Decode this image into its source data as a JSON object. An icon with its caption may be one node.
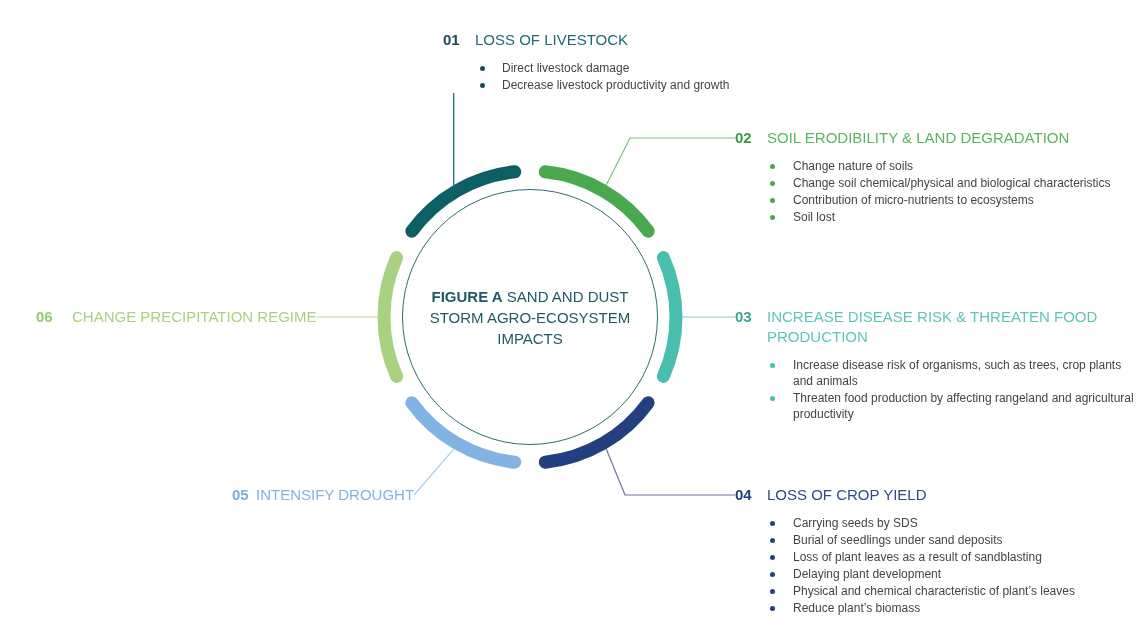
{
  "diagram": {
    "nodes": [
      {
        "text": [
          "**FIGURE A** SAND AND DUST STORM AGRO-ECOSYSTEM IMPACTS"
        ]
      },
      {
        "text": [],
        "shape": "arc"
      },
      {
        "text": [],
        "shape": "arc"
      },
      {
        "text": [],
        "shape": "arc"
      },
      {
        "text": [],
        "shape": "arc"
      },
      {
        "text": [],
        "shape": "arc"
      },
      {
        "text": [],
        "shape": "arc"
      },
      {
        "text": [
          "01",
          "LOSS OF LIVESTOCK",
          "Direct livestock damage",
          "Decrease livestock productivity and growth"
        ]
      },
      {
        "text": [
          "02",
          "SOIL ERODIBILITY & LAND DEGRADATION",
          "Change nature of soils",
          "Change soil chemical/physical and biological characteristics",
          "Contribution of micro-nutrients to ecosystems",
          "Soil lost"
        ]
      },
      {
        "text": [
          "03",
          "INCREASE DISEASE RISK & THREATEN FOOD PRODUCTION",
          "Increase disease risk of organisms, such as trees, crop plants and animals",
          "Threaten food production by affecting rangeland and agricultural productivity"
        ]
      },
      {
        "text": [
          "04",
          "LOSS OF CROP YIELD",
          "Carrying seeds by SDS",
          "Burial of seedlings under sand deposits",
          "Loss of plant leaves as a result of sandblasting",
          "Delaying plant development",
          "Physical and chemical characteristic of plant’s leaves",
          "Reduce plant’s biomass"
        ]
      },
      {
        "text": [
          "05",
          "INTENSIFY DROUGHT"
        ]
      },
      {
        "text": [
          "06",
          "CHANGE PRECIPITATION REGIME"
        ]
      }
    ],
    "edges": [
      {
        "from": 7,
        "to": 1,
        "arrow": "none",
        "color": "#0d5f66"
      },
      {
        "from": 8,
        "to": 2,
        "arrow": "none",
        "color": "#7cc07f"
      },
      {
        "from": 9,
        "to": 3,
        "arrow": "none",
        "color": "#7fd0c3"
      },
      {
        "from": 10,
        "to": 4,
        "arrow": "none",
        "color": "#6a76a0"
      },
      {
        "from": 11,
        "to": 5,
        "arrow": "none",
        "color": "#a9cdef"
      },
      {
        "from": 12,
        "to": 6,
        "arrow": "none",
        "color": "#b8dc97"
      }
    ]
  }
}
